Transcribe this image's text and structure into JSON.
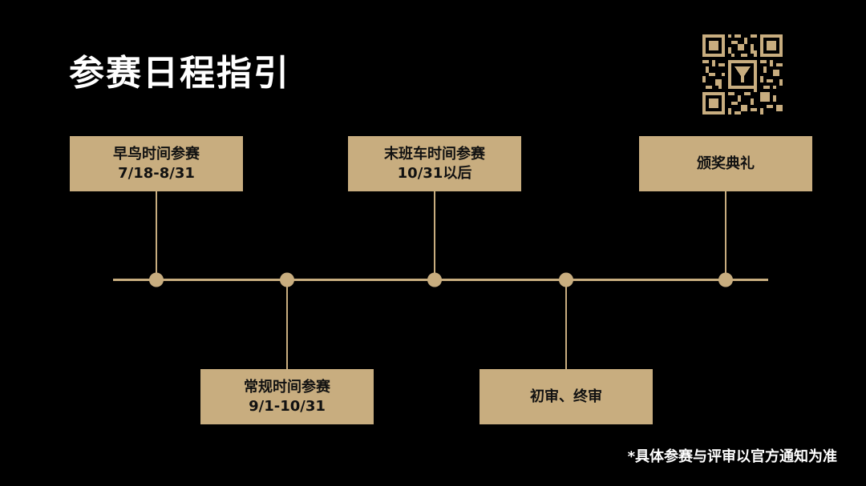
{
  "title": "参赛日程指引",
  "footnote": "*具体参赛与评审以官方通知为准",
  "colors": {
    "accent": "#c8ad7f",
    "background": "#000000",
    "text": "#ffffff"
  },
  "qr_icon": "qr-code-icon",
  "milestones": [
    {
      "line1": "早鸟时间参赛",
      "line2": "7/18-8/31"
    },
    {
      "line1": "常规时间参赛",
      "line2": "9/1-10/31"
    },
    {
      "line1": "末班车时间参赛",
      "line2": "10/31以后"
    },
    {
      "line1": "初审、终审",
      "line2": ""
    },
    {
      "line1": "颁奖典礼",
      "line2": ""
    }
  ]
}
